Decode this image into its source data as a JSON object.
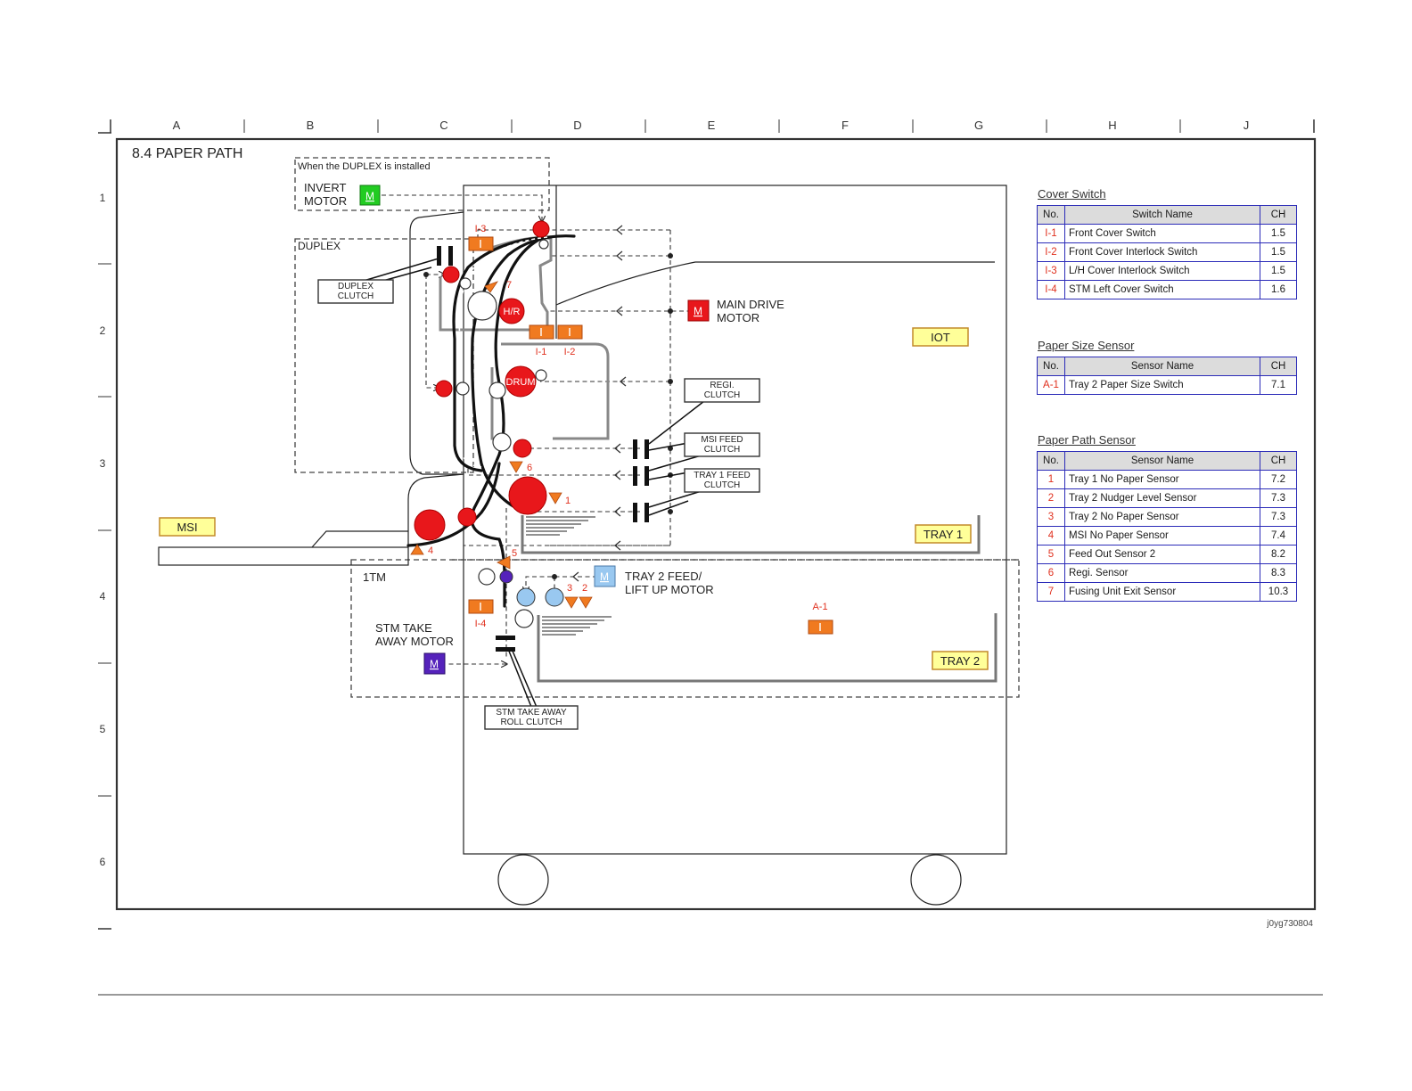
{
  "title": "8.4 PAPER PATH",
  "figure_id": "j0yg730804",
  "col_labels": [
    "A",
    "B",
    "C",
    "D",
    "E",
    "F",
    "G",
    "H",
    "J"
  ],
  "row_labels": [
    "1",
    "2",
    "3",
    "4",
    "5",
    "6"
  ],
  "labels": {
    "duplex_note": "When the DUPLEX is installed",
    "duplex": "DUPLEX",
    "invert_motor_l1": "INVERT",
    "invert_motor_l2": "MOTOR",
    "motor_m": "M",
    "duplex_clutch_l1": "DUPLEX",
    "duplex_clutch_l2": "CLUTCH",
    "main_drive_l1": "MAIN DRIVE",
    "main_drive_l2": "MOTOR",
    "regi_clutch_l1": "REGI.",
    "regi_clutch_l2": "CLUTCH",
    "msi_feed_clutch_l1": "MSI FEED",
    "msi_feed_clutch_l2": "CLUTCH",
    "tray1_feed_clutch_l1": "TRAY 1 FEED",
    "tray1_feed_clutch_l2": "CLUTCH",
    "iot": "IOT",
    "msi": "MSI",
    "tray1": "TRAY 1",
    "tray2": "TRAY 2",
    "one_tm": "1TM",
    "stm_take_away_motor_l1": "STM TAKE",
    "stm_take_away_motor_l2": "AWAY MOTOR",
    "tray2_feed_motor_l1": "TRAY 2 FEED/",
    "tray2_feed_motor_l2": "LIFT UP MOTOR",
    "stm_roll_clutch_l1": "STM TAKE AWAY",
    "stm_roll_clutch_l2": "ROLL CLUTCH",
    "hr": "H/R",
    "drum": "DRUM",
    "sw_i1": "I-1",
    "sw_i2": "I-2",
    "sw_i3": "I-3",
    "sw_i4": "I-4",
    "sw_a1": "A-1",
    "s1": "1",
    "s2": "2",
    "s3": "3",
    "s4": "4",
    "s5": "5",
    "s6": "6",
    "s7": "7"
  },
  "colors": {
    "red_roll": "#e8171b",
    "sensor_orange": "#f07a20",
    "label_yellow": "#ffff99",
    "motor_green": "#22cc22",
    "motor_red": "#e8171b",
    "motor_blue": "#99c8f0",
    "motor_purple": "#5522bb",
    "table_border": "#2b2bb8"
  },
  "tables": {
    "cover_switch": {
      "title": "Cover Switch",
      "headers": [
        "No.",
        "Switch Name",
        "CH"
      ],
      "rows": [
        {
          "no": "I-1",
          "name": "Front Cover Switch",
          "ch": "1.5"
        },
        {
          "no": "I-2",
          "name": "Front Cover Interlock Switch",
          "ch": "1.5"
        },
        {
          "no": "I-3",
          "name": "L/H Cover Interlock Switch",
          "ch": "1.5"
        },
        {
          "no": "I-4",
          "name": "STM Left Cover Switch",
          "ch": "1.6"
        }
      ]
    },
    "paper_size_sensor": {
      "title": "Paper Size Sensor",
      "headers": [
        "No.",
        "Sensor Name",
        "CH"
      ],
      "rows": [
        {
          "no": "A-1",
          "name": "Tray 2 Paper Size Switch",
          "ch": "7.1"
        }
      ]
    },
    "paper_path_sensor": {
      "title": "Paper Path Sensor",
      "headers": [
        "No.",
        "Sensor Name",
        "CH"
      ],
      "rows": [
        {
          "no": "1",
          "name": "Tray 1 No Paper Sensor",
          "ch": "7.2"
        },
        {
          "no": "2",
          "name": "Tray 2 Nudger Level Sensor",
          "ch": "7.3"
        },
        {
          "no": "3",
          "name": "Tray 2 No Paper Sensor",
          "ch": "7.3"
        },
        {
          "no": "4",
          "name": "MSI No Paper Sensor",
          "ch": "7.4"
        },
        {
          "no": "5",
          "name": "Feed Out Sensor 2",
          "ch": "8.2"
        },
        {
          "no": "6",
          "name": "Regi. Sensor",
          "ch": "8.3"
        },
        {
          "no": "7",
          "name": "Fusing Unit Exit Sensor",
          "ch": "10.3"
        }
      ]
    }
  }
}
